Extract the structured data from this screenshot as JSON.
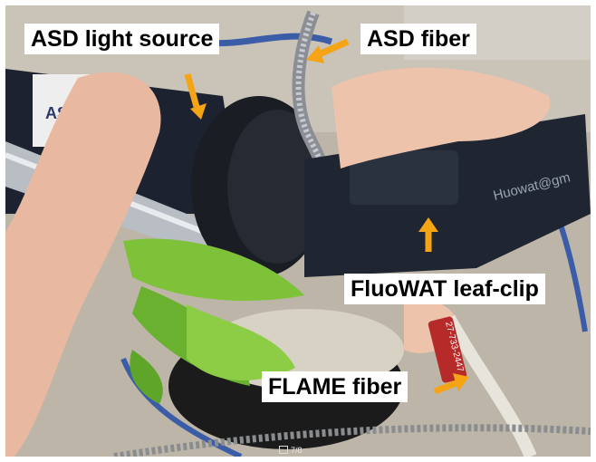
{
  "labels": {
    "light_source": "ASD light source",
    "fiber": "ASD fiber",
    "leaf_clip": "FluoWAT leaf-clip",
    "flame_fiber": "FLAME fiber"
  },
  "device": {
    "brand_text": "ASD",
    "clip_engraving": "Huowat@gm",
    "fiber_tag": "27-733-2447"
  },
  "viewer": {
    "counter": "7/8"
  },
  "colors": {
    "arrow": "#f5a416",
    "label_bg": "#ffffff",
    "label_text": "#000000"
  },
  "icons": {
    "arrow": "arrow-icon",
    "viewer": "gallery-icon"
  }
}
